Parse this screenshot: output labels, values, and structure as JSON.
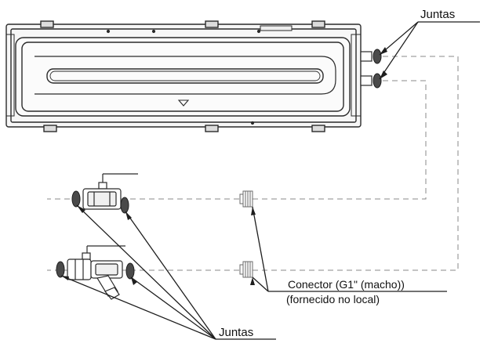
{
  "labels": {
    "gaskets_top": "Juntas",
    "connector_line1": "Conector (G1\" (macho))",
    "connector_line2": "(fornecido no local)",
    "gaskets_bottom": "Juntas"
  },
  "colors": {
    "line": "#2a2a2a",
    "panel_fill": "#f4f4f4",
    "gasket_fill": "#4a4a4a",
    "dashed": "#8a8a8a"
  }
}
